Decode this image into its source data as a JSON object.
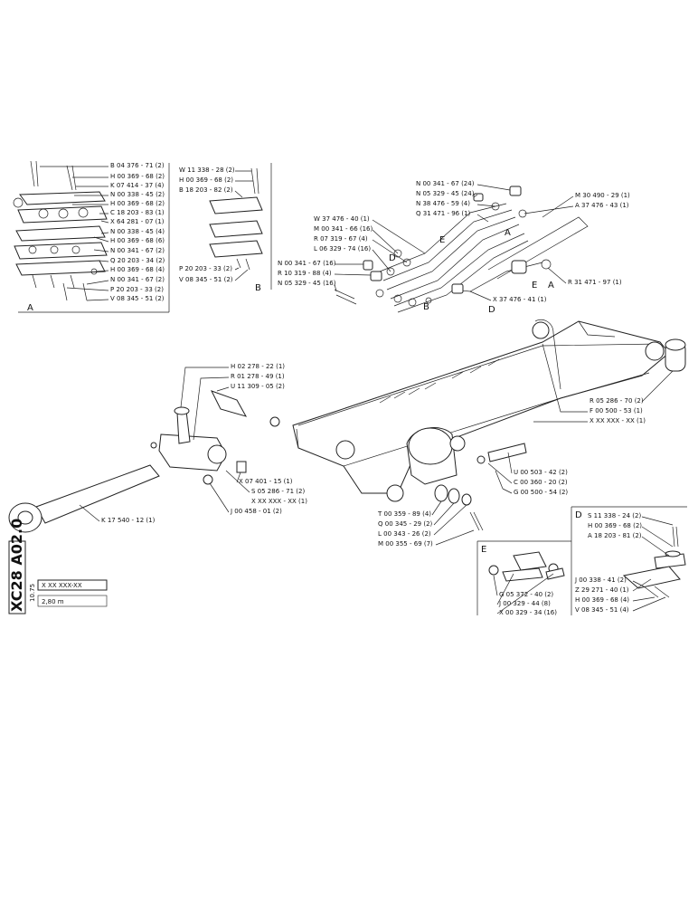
{
  "sheet": {
    "code": "XC28 A02.0",
    "date": "10.75",
    "part_number": "X XX XXX-XX",
    "description": "2,80 m"
  },
  "group_a": {
    "letter": "A",
    "labels": [
      "B 04 376 - 71 (2)",
      "H 00 369 - 68 (2)",
      "K 07 414 - 37 (4)",
      "N 00 338 - 45 (2)",
      "H 00 369 - 68 (2)",
      "C 18 203 - 83 (1)",
      "X 64 281 - 07 (1)",
      "N 00 338 - 45 (4)",
      "H 00 369 - 68 (6)",
      "N 00 341 - 67 (2)",
      "Q 20 203 - 34 (2)",
      "H 00 369 - 68 (4)",
      "N 00 341 - 67 (2)",
      "P 20 203 - 33 (2)",
      "V 08 345 - 51 (2)"
    ]
  },
  "group_b": {
    "letter": "B",
    "labels": [
      "W 11 338 - 28 (2)",
      "H 00 369 - 68 (2)",
      "B 18 203 - 82 (2)",
      "P 20 203 - 33 (2)",
      "V 08 345 - 51 (2)"
    ]
  },
  "hose_group": {
    "labels_top": [
      "N 00 341 - 67 (24)",
      "N 05 329 - 45 (24)",
      "N 38 476 - 59 (4)",
      "Q 31 471 - 96 (1)"
    ],
    "labels_right": [
      "M 30 490 - 29 (1)",
      "A 37 476 - 43 (1)"
    ],
    "labels_left": [
      "W 37 476 - 40 (1)",
      "M 00 341 - 66 (16)",
      "R 07 319 - 67 (4)",
      "L 06 329 - 74 (16)"
    ],
    "labels_mid": [
      "N 00 341 - 67 (16)",
      "R 10 319 - 88 (4)",
      "N 05 329 - 45 (16)"
    ],
    "label_bottom": "X 37 476 - 41 (1)",
    "label_r31": "R 31 471 - 97 (1)",
    "letters": [
      "A",
      "B",
      "D",
      "E",
      "E",
      "A",
      "D"
    ]
  },
  "boom": {
    "labels_left_top": [
      "H 02 278 - 22 (1)",
      "R 01 278 - 49 (1)",
      "U 11 309 - 05 (2)"
    ],
    "labels_right": [
      "R 05 286 - 70 (2)",
      "F 00 500 - 53 (1)",
      "X XX XXX - XX (1)"
    ],
    "labels_mid": [
      "X 07 401 - 15 (1)",
      "S 05 286 - 71 (2)",
      "X XX XXX - XX (1)",
      "J 00 458 - 01 (2)"
    ],
    "labels_pin": [
      "U 00 503 - 42 (2)",
      "C 00 360 - 20 (2)",
      "G 00 500 - 54 (2)"
    ],
    "labels_bottom": [
      "T 00 359 - 89 (4)",
      "Q 00 345 - 29 (2)",
      "L 00 343 - 26 (2)",
      "M 00 355 - 69 (7)"
    ],
    "label_cyl": "K 17 540 - 12 (1)"
  },
  "group_e": {
    "letter": "E",
    "labels": [
      "G 05 372 - 40 (2)",
      "J 00 329 - 44 (8)",
      "X 00 329 - 34 (16)"
    ]
  },
  "group_d": {
    "letter": "D",
    "labels": [
      "S 11 338 - 24 (2)",
      "H 00 369 - 68 (2)",
      "A 18 203 - 81 (2)",
      "J 00 338 - 41 (2)",
      "Z 29 271 - 40 (1)",
      "H 00 369 - 68 (4)",
      "V 08 345 - 51 (4)"
    ]
  }
}
